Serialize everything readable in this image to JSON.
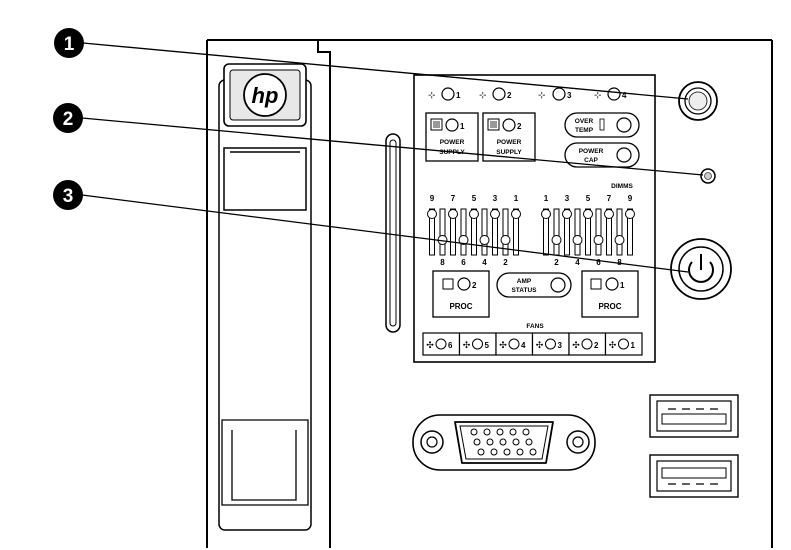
{
  "callouts": [
    {
      "number": "1"
    },
    {
      "number": "2"
    },
    {
      "number": "3"
    }
  ],
  "nic_leds": [
    "1",
    "2",
    "3",
    "4"
  ],
  "power_supply_leds": [
    {
      "num": "1",
      "label": "POWER",
      "label2": "SUPPLY"
    },
    {
      "num": "2",
      "label": "POWER",
      "label2": "SUPPLY"
    }
  ],
  "over_temp": {
    "line1": "OVER",
    "line2": "TEMP"
  },
  "power_cap": {
    "line1": "POWER",
    "line2": "CAP"
  },
  "dimms_label": "DIMMS",
  "dimm_left_top": [
    "9",
    "7",
    "5",
    "3",
    "1"
  ],
  "dimm_left_bottom": [
    "8",
    "6",
    "4",
    "2"
  ],
  "dimm_right_top": [
    "1",
    "3",
    "5",
    "7",
    "9"
  ],
  "dimm_right_bottom": [
    "2",
    "4",
    "6",
    "8"
  ],
  "proc_left": {
    "num": "2",
    "label": "PROC"
  },
  "proc_right": {
    "num": "1",
    "label": "PROC"
  },
  "amp_status": {
    "line1": "AMP",
    "line2": "STATUS"
  },
  "fans_label": "FANS",
  "fans": [
    "6",
    "5",
    "4",
    "3",
    "2",
    "1"
  ],
  "logo_text": "hp"
}
